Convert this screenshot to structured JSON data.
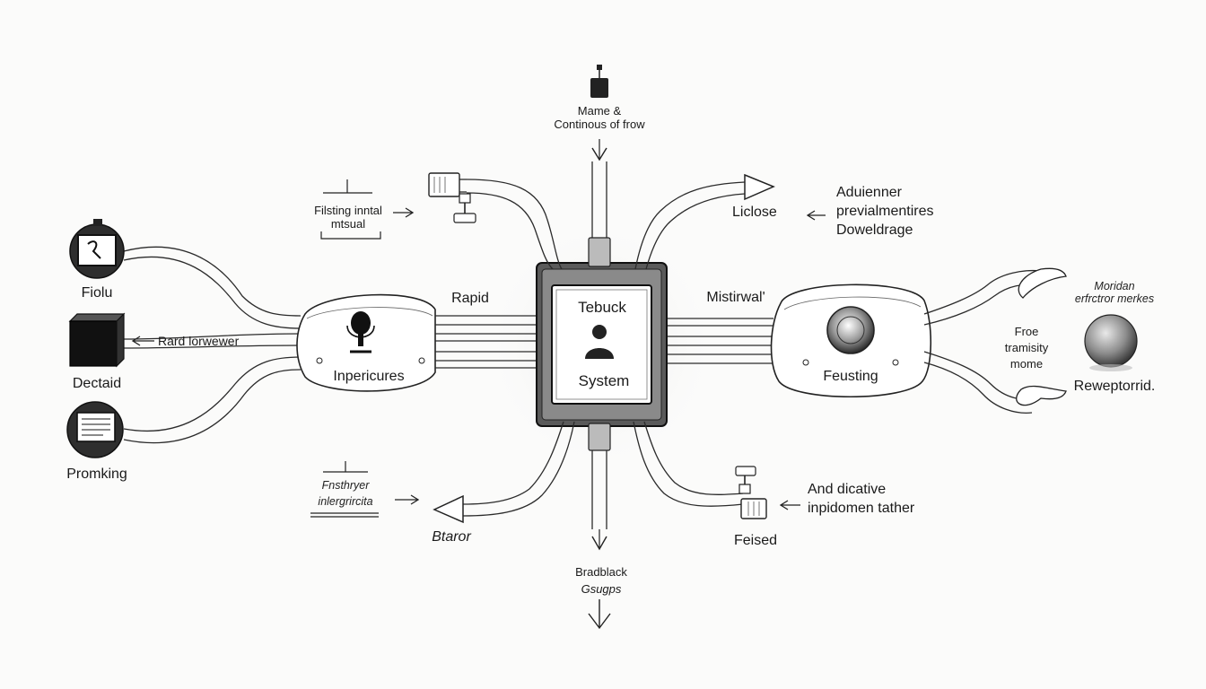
{
  "diagram": {
    "hub": {
      "title": "Tebuck",
      "subtitle": "System"
    },
    "nodes": {
      "left": "Inpericures",
      "right": "Feusting"
    },
    "edge_labels": {
      "left_upper": "Rapid",
      "right_upper": "Mistirwal'"
    },
    "top": {
      "line1": "Mame &",
      "line2": "Continous of frow"
    },
    "bottom": {
      "line1": "Bradblack",
      "line2": "Gsugps"
    },
    "upper_left_note": {
      "line1": "Filsting inntal",
      "line2": "mtsual"
    },
    "upper_right_arrow_label": "Liclose",
    "upper_right_note": {
      "line1": "Aduienner",
      "line2": "previalmentires",
      "line3": "Doweldrage"
    },
    "lower_left_note": {
      "line1": "Fnsthryer",
      "line2": "inlergrircita"
    },
    "lower_left_arrow_label": "Btaror",
    "lower_right_label": "Feised",
    "lower_right_note": {
      "line1": "And dicative",
      "line2": "inpidomen tather"
    },
    "left_inputs": [
      {
        "label": "Fiolu",
        "icon": "tv-icon"
      },
      {
        "label": "Dectaid",
        "icon": "black-box-icon"
      },
      {
        "label": "Promking",
        "icon": "document-icon"
      }
    ],
    "left_arrow_note": "Rard lorwewer",
    "right_outputs": {
      "top_note": {
        "line1": "Moridan",
        "line2": "erfrctror merkes"
      },
      "middle_note": {
        "line1": "Froe",
        "line2": "tramisity",
        "line3": "mome"
      },
      "sphere_label": "Reweptorrid."
    }
  }
}
